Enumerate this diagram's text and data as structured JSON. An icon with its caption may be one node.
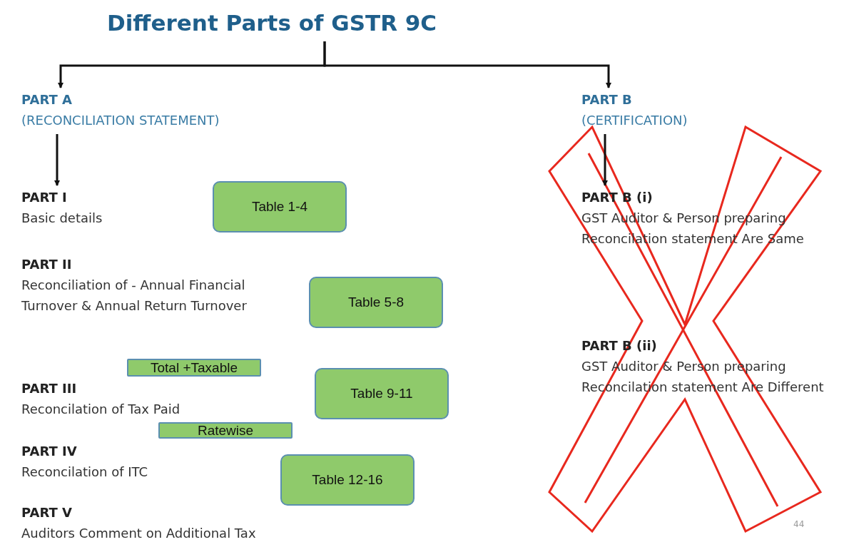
{
  "diagram": {
    "nodes": [
      {
        "text": [
          "Different Parts of GSTR 9C"
        ]
      },
      {
        "text": [
          "PART A",
          "(RECONCILIATION STATEMENT)"
        ]
      },
      {
        "text": [
          "PART B",
          "(CERTIFICATION)"
        ]
      },
      {
        "text": [
          "PART I",
          "Basic details"
        ]
      },
      {
        "text": [
          "Table 1-4"
        ]
      },
      {
        "text": [
          "PART II",
          "Reconciliation of - Annual Financial Turnover & Annual Return Turnover"
        ]
      },
      {
        "text": [
          "Table 5-8"
        ]
      },
      {
        "text": [
          "Total +Taxable"
        ]
      },
      {
        "text": [
          "PART III",
          "Reconcilation of Tax Paid"
        ]
      },
      {
        "text": [
          "Table 9-11"
        ]
      },
      {
        "text": [
          "Ratewise"
        ]
      },
      {
        "text": [
          "PART IV",
          "Reconcilation of ITC"
        ]
      },
      {
        "text": [
          "Table 12-16"
        ]
      },
      {
        "text": [
          "PART V",
          "Auditors Comment on Additional Tax"
        ]
      },
      {
        "text": [
          "PART B (i)",
          "GST Auditor & Person preparing Reconcilation statement Are Same"
        ]
      },
      {
        "text": [
          "PART B (ii)",
          "GST Auditor & Person preparing Reconcilation statement Are Different"
        ]
      }
    ],
    "edges": [
      {
        "from": 0,
        "to": 1,
        "arrow": "to"
      },
      {
        "from": 0,
        "to": 2,
        "arrow": "to"
      },
      {
        "from": 1,
        "to": 3,
        "arrow": "to"
      },
      {
        "from": 2,
        "to": 14,
        "arrow": "to"
      }
    ],
    "labels": [
      "44"
    ]
  }
}
